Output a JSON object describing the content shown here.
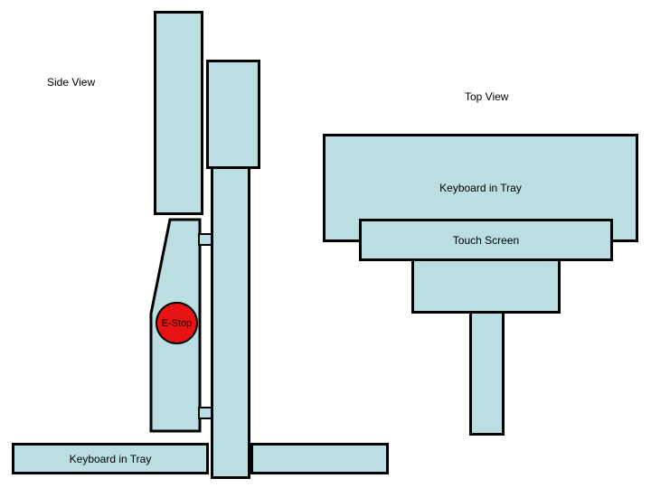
{
  "side_view": {
    "label": "Side View",
    "keyboard_tray_label": "Keyboard in Tray",
    "estop_label": "E-Stop"
  },
  "top_view": {
    "label": "Top View",
    "keyboard_tray_label": "Keyboard in Tray",
    "touch_screen_label": "Touch Screen"
  },
  "colors": {
    "shape_fill": "#BADEE2",
    "shape_border": "#000000",
    "estop_fill": "#E81313",
    "background": "#FFFFFF"
  }
}
